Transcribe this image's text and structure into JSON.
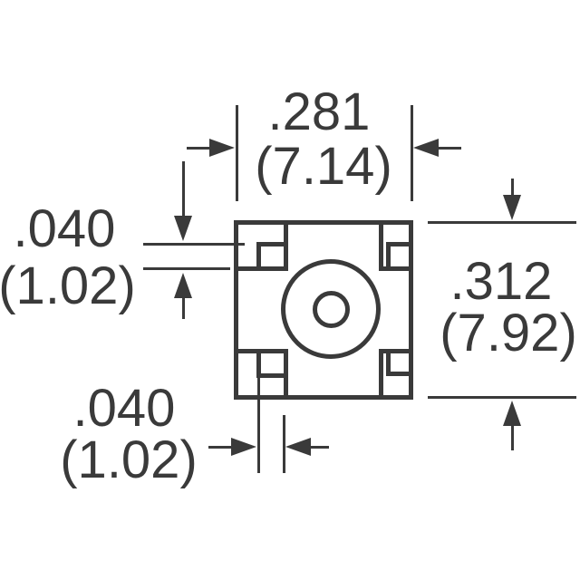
{
  "figure": {
    "type": "technical-dimension-drawing",
    "background_color": "#ffffff",
    "line_color": "#3a3a3a"
  },
  "dimensions": {
    "top": {
      "inches": ".281",
      "mm": "(7.14)"
    },
    "right": {
      "inches": ".312",
      "mm": "(7.92)"
    },
    "left": {
      "inches": ".040",
      "mm": "(1.02)"
    },
    "bottom": {
      "inches": ".040",
      "mm": "(1.02)"
    }
  }
}
